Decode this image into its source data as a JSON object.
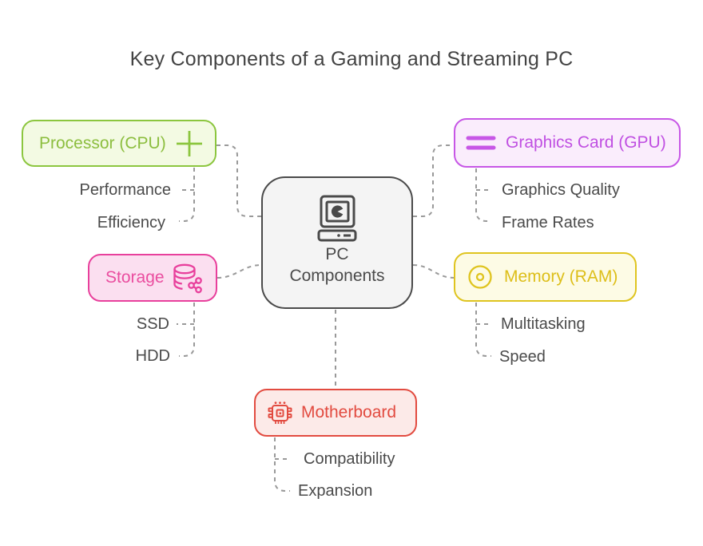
{
  "title": "Key Components of a Gaming and Streaming PC",
  "center": {
    "line1": "PC",
    "line2": "Components",
    "icon": "computer-icon",
    "border_color": "#4A4A4A",
    "fill_color": "#F4F4F4"
  },
  "nodes": [
    {
      "id": "cpu",
      "label": "Processor (CPU)",
      "icon": "plus-icon",
      "accent_color": "#8CC63F",
      "fill_color": "#F3FAE3",
      "children": [
        "Performance",
        "Efficiency"
      ]
    },
    {
      "id": "gpu",
      "label": "Graphics Card (GPU)",
      "icon": "double-line-icon",
      "accent_color": "#C757E6",
      "fill_color": "#FAEDFC",
      "children": [
        "Graphics Quality",
        "Frame Rates"
      ]
    },
    {
      "id": "storage",
      "label": "Storage",
      "icon": "database-share-icon",
      "accent_color": "#E8409C",
      "fill_color": "#FBDFF0",
      "children": [
        "SSD",
        "HDD"
      ]
    },
    {
      "id": "ram",
      "label": "Memory (RAM)",
      "icon": "record-dot-icon",
      "accent_color": "#DFC41F",
      "fill_color": "#FDFBE5",
      "children": [
        "Multitasking",
        "Speed"
      ]
    },
    {
      "id": "motherboard",
      "label": "Motherboard",
      "icon": "chip-icon",
      "accent_color": "#E24B40",
      "fill_color": "#FCEAE8",
      "children": [
        "Compatibility",
        "Expansion"
      ]
    }
  ],
  "connector_color": "#999999"
}
